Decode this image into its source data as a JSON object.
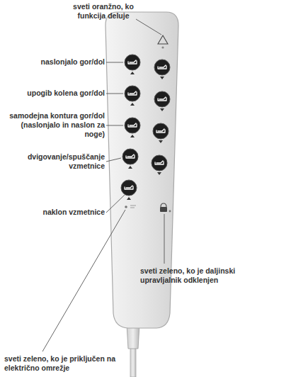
{
  "diagram": {
    "labels": [
      "sveti oranžno, ko funkcija deluje",
      "naslonjalo gor/dol",
      "upogib kolena gor/dol",
      "samodejna kontura gor/dol (naslonjalo in naslon za noge)",
      "dvigovanje/spuščanje vzmetnice",
      "naklon vzmetnice",
      "sveti zeleno, ko je daljinski upravljalnik odklenjen",
      "sveti zeleno, ko je priključen na električno omrežje"
    ]
  }
}
